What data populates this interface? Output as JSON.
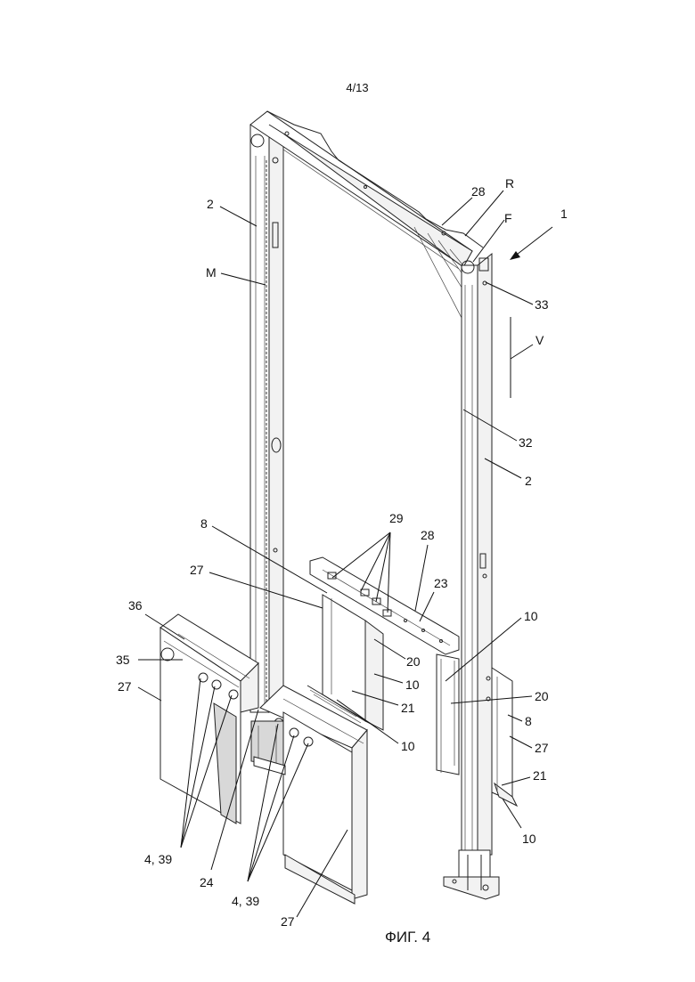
{
  "page_number": "4/13",
  "figure_caption": "ФИГ. 4",
  "labels": {
    "l_1": "1",
    "l_2a": "2",
    "l_2b": "2",
    "l_M": "M",
    "l_28a": "28",
    "l_R": "R",
    "l_F": "F",
    "l_33": "33",
    "l_V": "V",
    "l_32": "32",
    "l_8a": "8",
    "l_29": "29",
    "l_28b": "28",
    "l_23": "23",
    "l_27a": "27",
    "l_36": "36",
    "l_35": "35",
    "l_27b": "27",
    "l_10a": "10",
    "l_20a": "20",
    "l_10b": "10",
    "l_21a": "21",
    "l_10c": "10",
    "l_20b": "20",
    "l_8b": "8",
    "l_27c": "27",
    "l_21b": "21",
    "l_10d": "10",
    "l_439a": "4, 39",
    "l_24": "24",
    "l_439b": "4, 39",
    "l_27d": "27"
  }
}
